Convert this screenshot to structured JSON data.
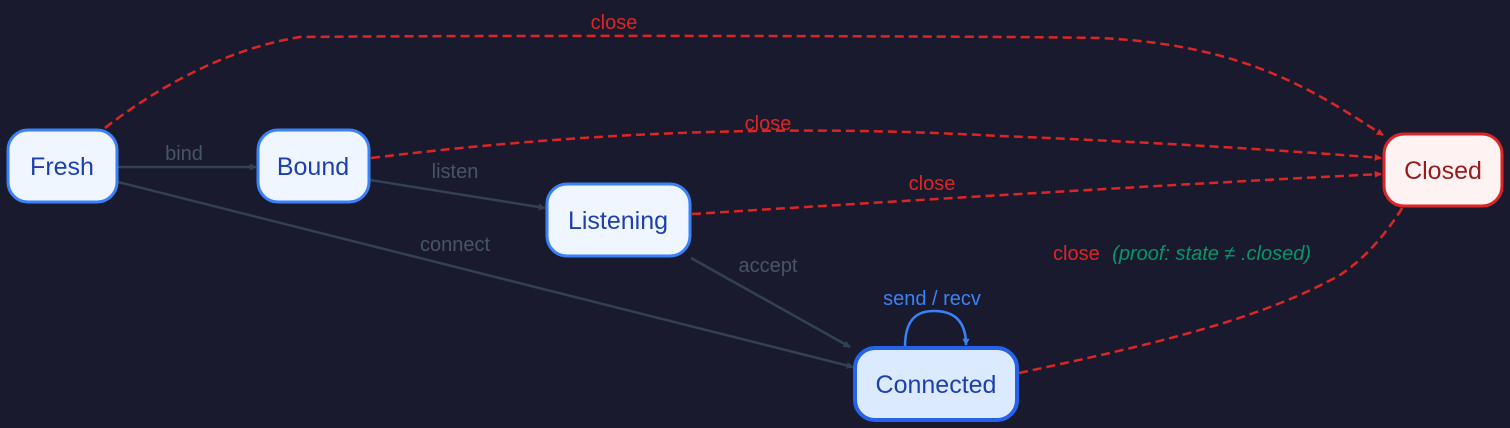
{
  "colors": {
    "background": "#1a1a2e",
    "state_fill": "#eff6ff",
    "state_stroke": "#3b82f6",
    "state_text": "#1e40af",
    "connected_fill": "#dbeafe",
    "connected_stroke": "#2563eb",
    "closed_fill": "#fef2f2",
    "closed_stroke": "#dc2626",
    "closed_text": "#991b1b",
    "transition_edge": "#334155",
    "transition_label": "#475569",
    "close_edge": "#dc2626",
    "loop_edge": "#3b82f6",
    "proof_text": "#059669"
  },
  "nodes": {
    "fresh": "Fresh",
    "bound": "Bound",
    "listening": "Listening",
    "connected": "Connected",
    "closed": "Closed"
  },
  "edges": {
    "bind": "bind",
    "listen": "listen",
    "connect": "connect",
    "accept": "accept",
    "send_recv": "send / recv",
    "close_from_fresh": "close",
    "close_from_bound": "close",
    "close_from_listening": "close",
    "close_from_connected": "close",
    "close_proof": "(proof: state ≠ .closed)"
  }
}
